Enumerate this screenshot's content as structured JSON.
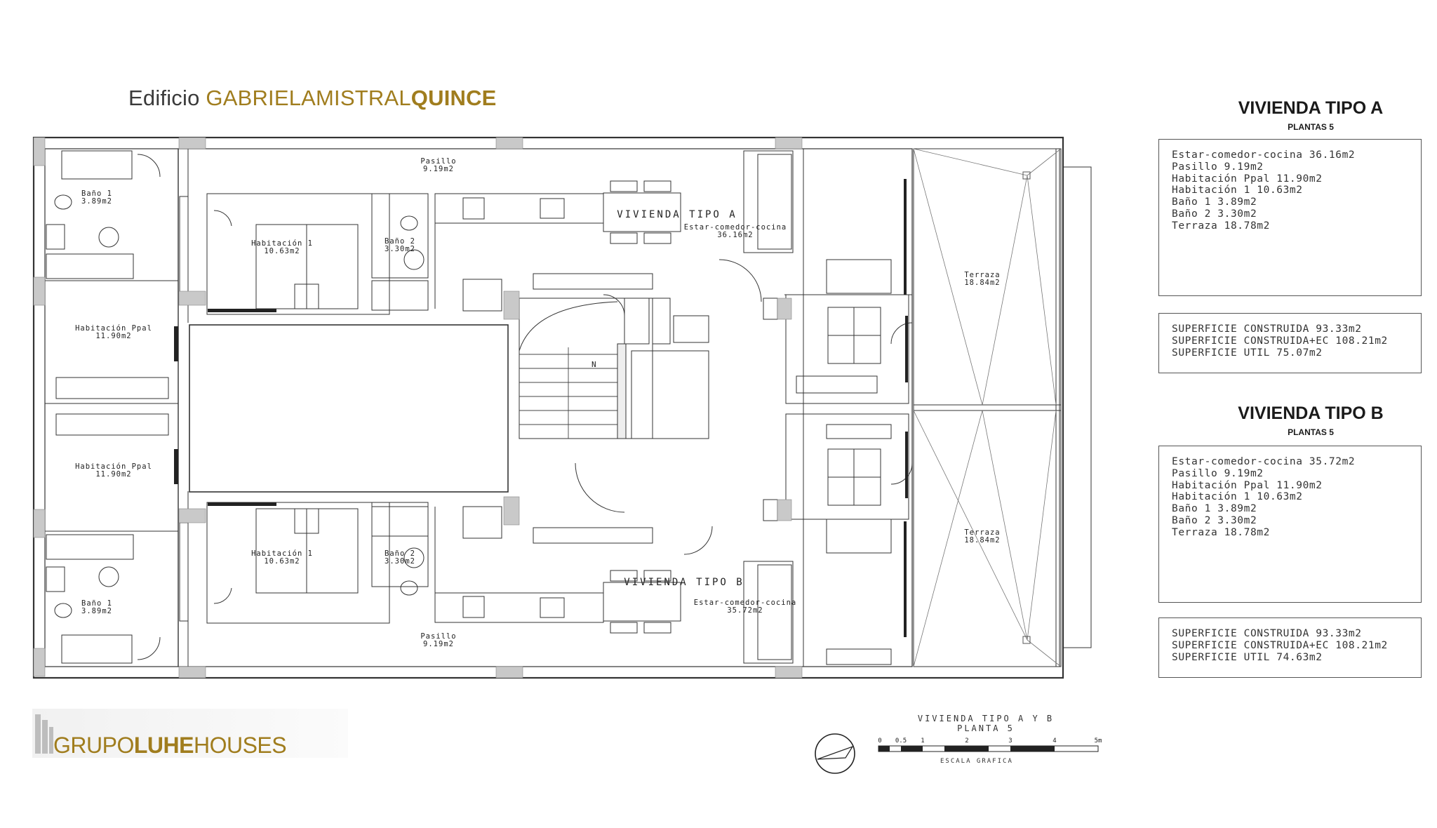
{
  "header": {
    "prefix": "Edificio",
    "name": "GABRIELAMISTRAL",
    "number": "QUINCE"
  },
  "plan_labels": {
    "pasillo_top": "Pasillo",
    "pasillo_top_area": "9.19m2",
    "bano1_top": "Baño 1",
    "bano1_top_area": "3.89m2",
    "hab1_top": "Habitación 1",
    "hab1_top_area": "10.63m2",
    "bano2_top": "Baño 2",
    "bano2_top_area": "3.30m2",
    "vivienda_a": "VIVIENDA TIPO A",
    "estar_a": "Estar-comedor-cocina",
    "estar_a_area": "36.16m2",
    "terraza_top": "Terraza",
    "terraza_top_area": "18.84m2",
    "habppal_top": "Habitación Ppal",
    "habppal_top_area": "11.90m2",
    "habppal_bot": "Habitación Ppal",
    "habppal_bot_area": "11.90m2",
    "hab1_bot": "Habitación 1",
    "hab1_bot_area": "10.63m2",
    "bano2_bot": "Baño 2",
    "bano2_bot_area": "3.30m2",
    "bano1_bot": "Baño 1",
    "bano1_bot_area": "3.89m2",
    "vivienda_b": "VIVIENDA TIPO B",
    "estar_b": "Estar-comedor-cocina",
    "estar_b_area": "35.72m2",
    "terraza_bot": "Terraza",
    "terraza_bot_area": "18.84m2",
    "pasillo_bot": "Pasillo",
    "pasillo_bot_area": "9.19m2",
    "north": "N"
  },
  "panel_a": {
    "title": "VIVIENDA TIPO A",
    "subtitle": "PLANTAS 5",
    "rooms": [
      "Estar-comedor-cocina 36.16m2",
      "Pasillo 9.19m2",
      "Habitación Ppal 11.90m2",
      "Habitación 1 10.63m2",
      "Baño 1 3.89m2",
      "Baño 2 3.30m2",
      "Terraza 18.78m2"
    ],
    "surfaces": [
      "SUPERFICIE CONSTRUIDA 93.33m2",
      "SUPERFICIE CONSTRUIDA+EC 108.21m2",
      "SUPERFICIE UTIL 75.07m2"
    ]
  },
  "panel_b": {
    "title": "VIVIENDA TIPO B",
    "subtitle": "PLANTAS 5",
    "rooms": [
      "Estar-comedor-cocina 35.72m2",
      "Pasillo 9.19m2",
      "Habitación Ppal 11.90m2",
      "Habitación 1 10.63m2",
      "Baño 1 3.89m2",
      "Baño 2 3.30m2",
      "Terraza 18.78m2"
    ],
    "surfaces": [
      "SUPERFICIE CONSTRUIDA 93.33m2",
      "SUPERFICIE CONSTRUIDA+EC 108.21m2",
      "SUPERFICIE UTIL 74.63m2"
    ]
  },
  "logo": {
    "part1": "GRUPO",
    "part2": "LUHE",
    "part3": "HOUSES"
  },
  "scale": {
    "title_line1": "VIVIENDA TIPO A Y B",
    "title_line2": "PLANTA 5",
    "ticks": [
      "0",
      "0.5",
      "1",
      "2",
      "3",
      "4",
      "5m"
    ],
    "label": "ESCALA GRAFICA"
  }
}
